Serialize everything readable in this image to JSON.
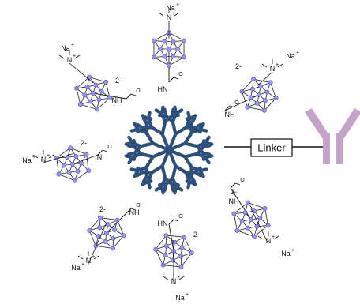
{
  "colors": {
    "dendrimer": "#2c4f7c",
    "cage_node": "#9a96ee",
    "cage_node_stroke": "#4a4ad0",
    "cage_edge": "#222222",
    "antibody": "#c5a3c8",
    "bond": "#111111"
  },
  "labels": {
    "linker": "Linker",
    "cation": "Na",
    "charge_plus": "+",
    "charge_minus": "−",
    "cage_charge": "2-",
    "amide_hn": "HN",
    "amide_nh": "NH",
    "amide_n": "N",
    "amide_h": "H",
    "ammonium_n": "N",
    "carbonyl_o": "O"
  },
  "units": [
    {
      "id": "top",
      "charge": "2-",
      "has_charge_label": false
    },
    {
      "id": "top-right",
      "charge": "2-",
      "has_charge_label": true
    },
    {
      "id": "top-left",
      "charge": "2-",
      "has_charge_label": true
    },
    {
      "id": "left",
      "charge": "2-",
      "has_charge_label": true
    },
    {
      "id": "bottom-left",
      "charge": "2-",
      "has_charge_label": true
    },
    {
      "id": "bottom",
      "charge": "2-",
      "has_charge_label": true
    },
    {
      "id": "bottom-right",
      "charge": "2-",
      "has_charge_label": true
    }
  ],
  "antibody": {
    "icon": "antibody-icon"
  }
}
